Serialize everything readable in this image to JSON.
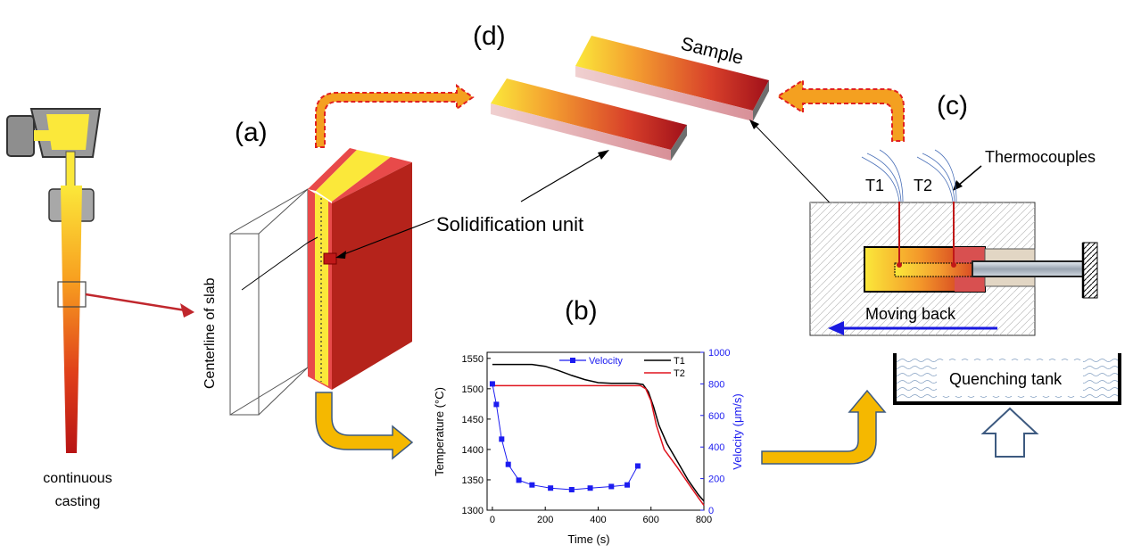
{
  "labels": {
    "panel_a": "(a)",
    "panel_b": "(b)",
    "panel_c": "(c)",
    "panel_d": "(d)",
    "continuous_casting_line1": "continuous",
    "continuous_casting_line2": "casting",
    "centerline": "Centerline of slab",
    "solidification_unit": "Solidification unit",
    "sample": "Sample",
    "thermocouples": "Thermocouples",
    "t1": "T1",
    "t2": "T2",
    "moving_back": "Moving back",
    "quenching_tank": "Quenching tank"
  },
  "colors": {
    "red_arrow": "#c0272d",
    "dashed_arrow_fill": "#f4a020",
    "dashed_arrow_stroke": "#e02020",
    "gold_arrow_fill": "#f5b800",
    "gold_arrow_stroke": "#3d5a80",
    "slab_red": "#b5231b",
    "slab_yellow": "#fbe83a",
    "blue_arrow": "#1a1ae0",
    "t1_color": "#000000",
    "t2_color": "#e0141e",
    "velocity_color": "#1c1cf0"
  },
  "chart_data": {
    "type": "line",
    "xlabel": "Time (s)",
    "ylabel": "Temperature (°C)",
    "ylabel2": "Velocity (μm/s)",
    "xlim": [
      -20,
      800
    ],
    "ylim": [
      1300,
      1560
    ],
    "ylim2": [
      0,
      1000
    ],
    "xticks": [
      0,
      200,
      400,
      600,
      800
    ],
    "yticks": [
      1300,
      1350,
      1400,
      1450,
      1500,
      1550
    ],
    "yticks2": [
      0,
      200,
      400,
      600,
      800,
      1000
    ],
    "legend_position": "top",
    "series": [
      {
        "name": "T1",
        "axis": "left",
        "color": "#000000",
        "x": [
          0,
          80,
          150,
          200,
          250,
          300,
          350,
          400,
          450,
          500,
          540,
          570,
          590,
          610,
          630,
          660,
          700,
          740,
          780,
          800
        ],
        "y": [
          1540,
          1540,
          1540,
          1537,
          1530,
          1522,
          1515,
          1510,
          1509,
          1509,
          1509,
          1507,
          1495,
          1470,
          1440,
          1410,
          1380,
          1350,
          1325,
          1315
        ]
      },
      {
        "name": "T2",
        "axis": "left",
        "color": "#e0141e",
        "x": [
          0,
          100,
          200,
          300,
          400,
          500,
          560,
          580,
          600,
          620,
          650,
          700,
          740,
          780,
          800
        ],
        "y": [
          1505,
          1505,
          1505,
          1505,
          1505,
          1505,
          1505,
          1500,
          1480,
          1440,
          1400,
          1370,
          1345,
          1320,
          1308
        ]
      },
      {
        "name": "Velocity",
        "axis": "right",
        "color": "#1c1cf0",
        "marker": "square",
        "x": [
          0,
          15,
          35,
          60,
          100,
          150,
          220,
          300,
          370,
          450,
          510,
          550
        ],
        "y": [
          800,
          670,
          450,
          290,
          190,
          160,
          140,
          130,
          140,
          150,
          160,
          280
        ]
      }
    ]
  }
}
